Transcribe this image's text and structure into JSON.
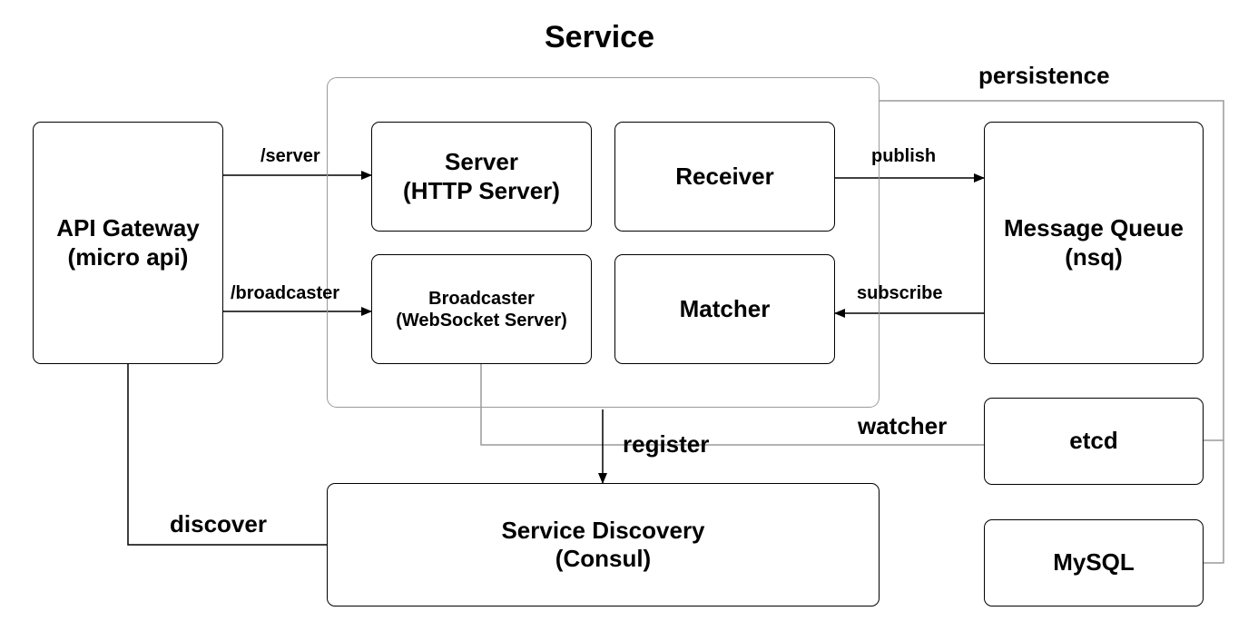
{
  "title": "Service",
  "nodes": {
    "api_gateway": {
      "line1": "API Gateway",
      "line2": "(micro api)"
    },
    "server": {
      "line1": "Server",
      "line2": "(HTTP Server)"
    },
    "receiver": {
      "line1": "Receiver"
    },
    "broadcaster": {
      "line1": "Broadcaster",
      "line2": "(WebSocket Server)"
    },
    "matcher": {
      "line1": "Matcher"
    },
    "message_queue": {
      "line1": "Message Queue",
      "line2": "(nsq)"
    },
    "etcd": {
      "line1": "etcd"
    },
    "mysql": {
      "line1": "MySQL"
    },
    "service_discovery": {
      "line1": "Service Discovery",
      "line2": "(Consul)"
    }
  },
  "edges": {
    "server": "/server",
    "broadcaster": "/broadcaster",
    "publish": "publish",
    "subscribe": "subscribe",
    "persistence": "persistence",
    "watcher": "watcher",
    "register": "register",
    "discover": "discover"
  },
  "colors": {
    "box_border": "#000000",
    "service_frame": "#9a9a9a",
    "connector_gray": "#9a9a9a"
  }
}
